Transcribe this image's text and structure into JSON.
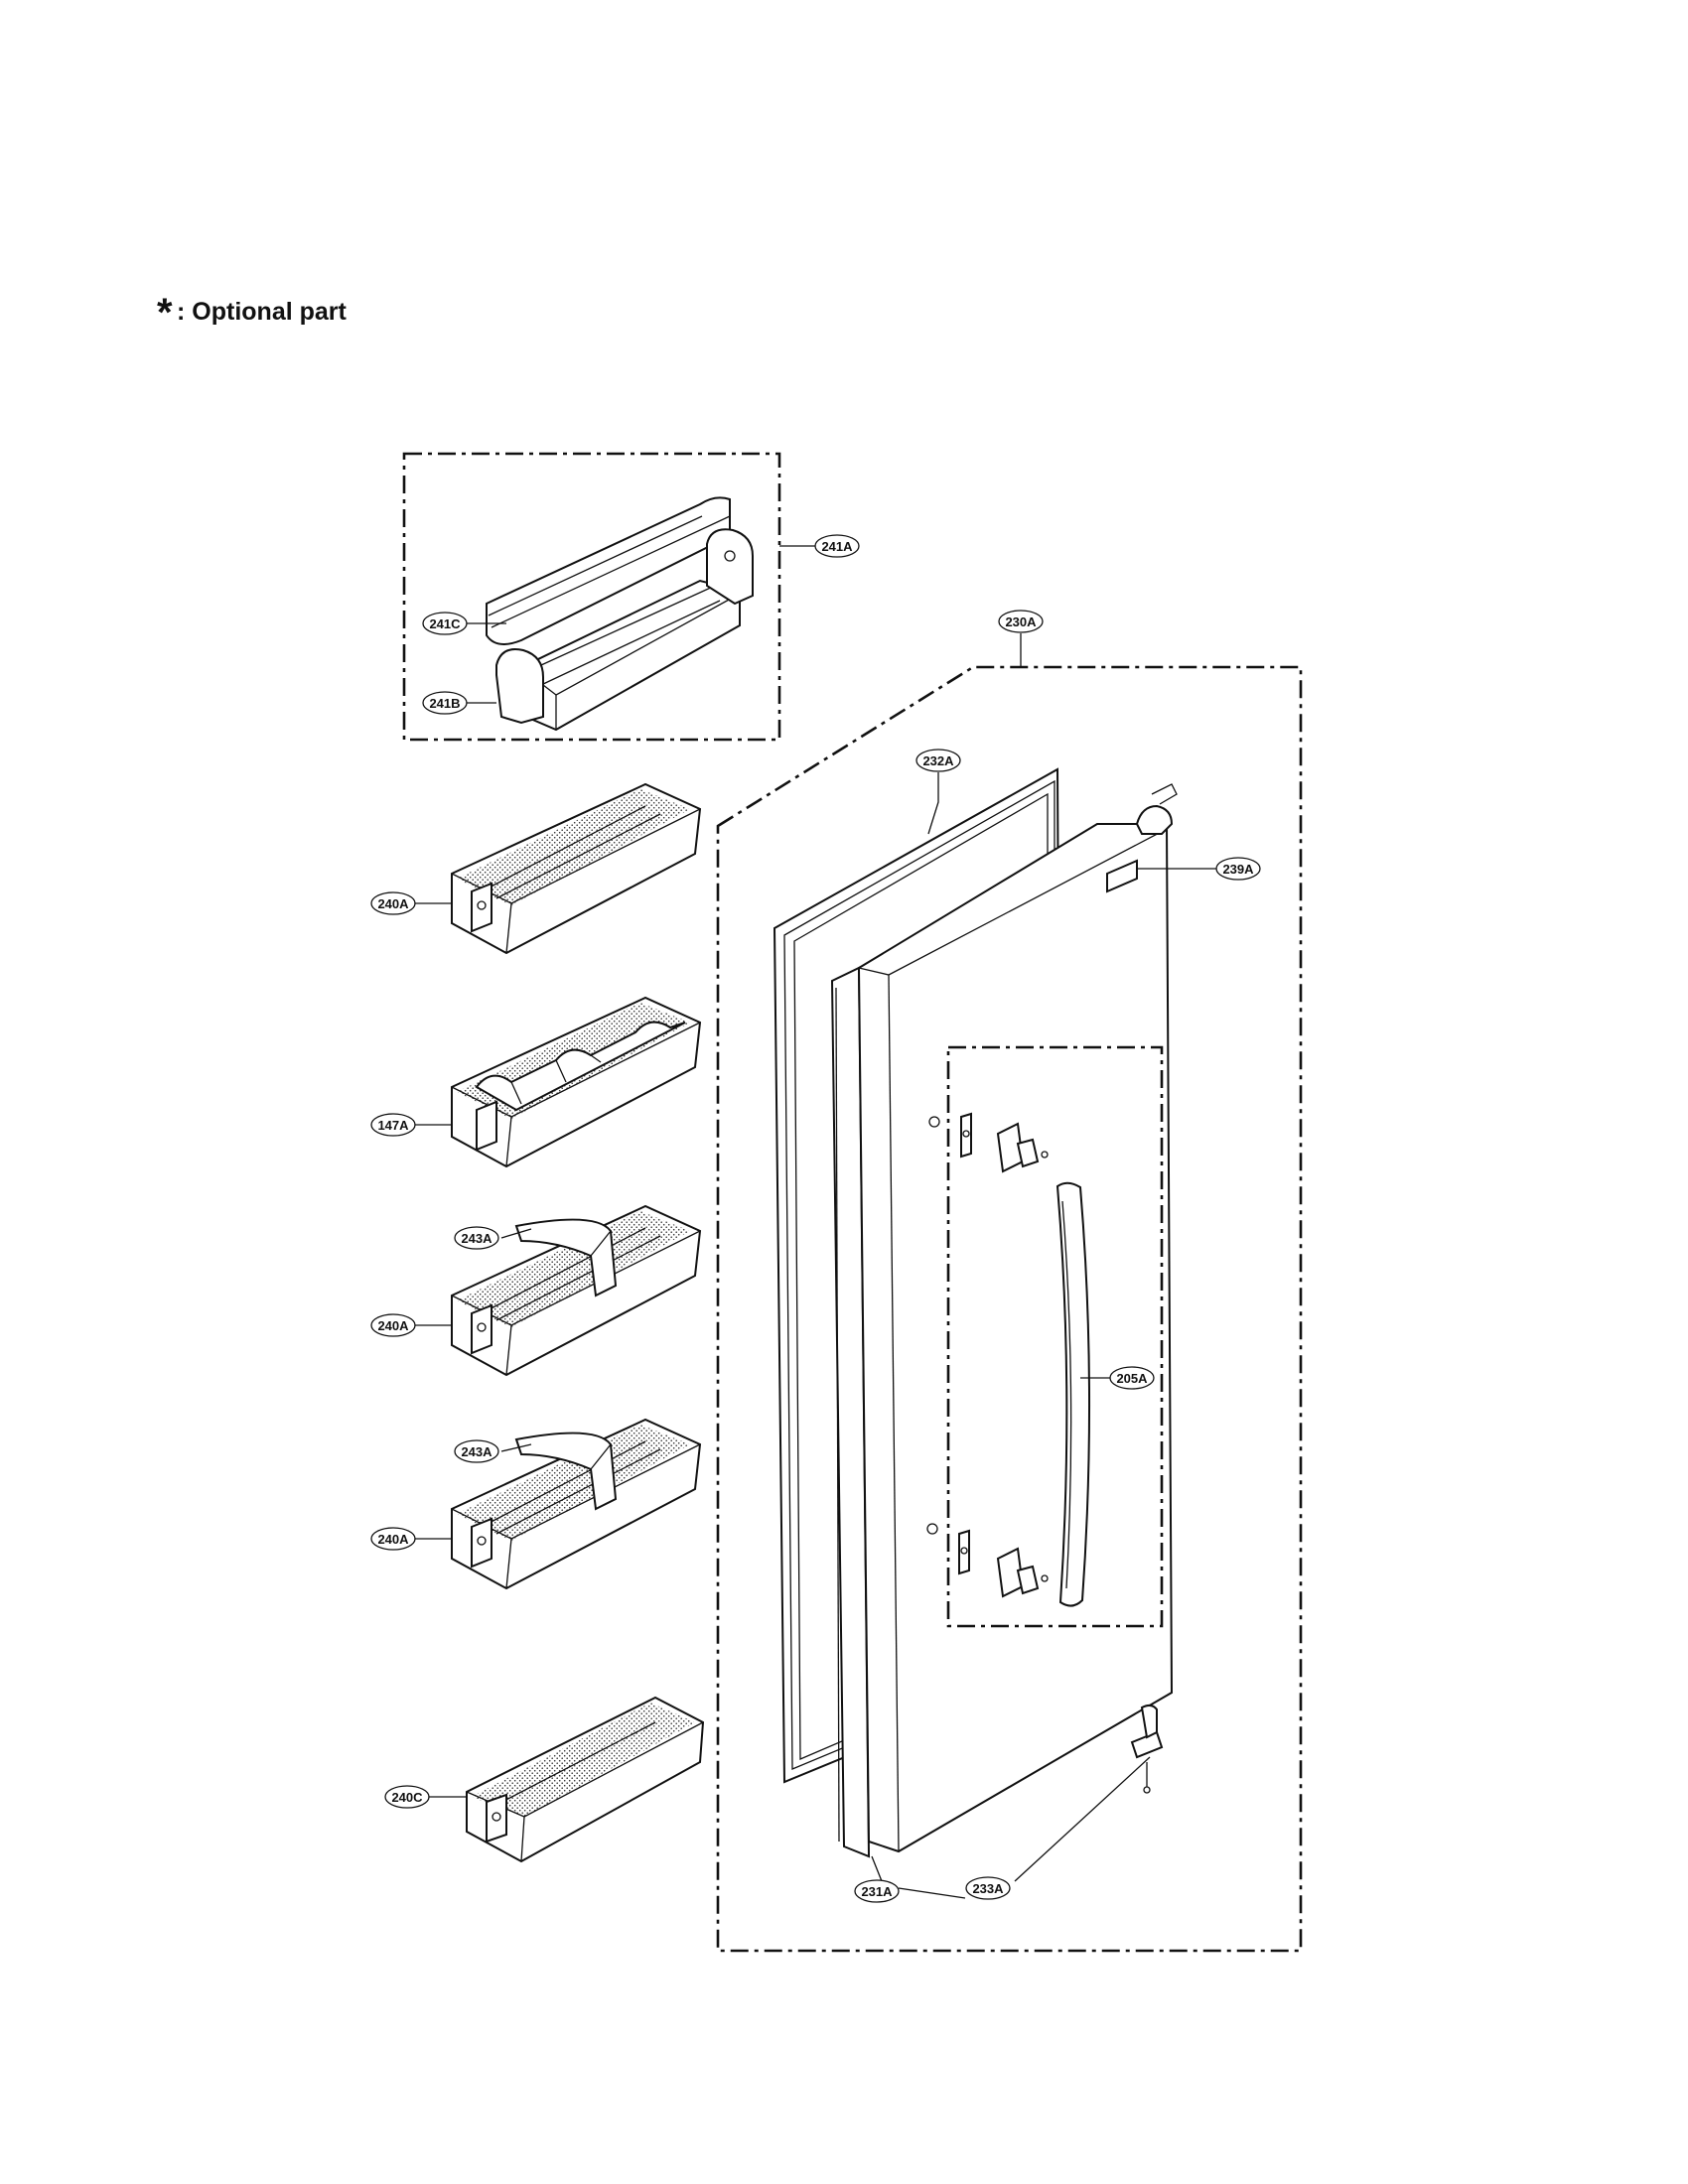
{
  "legend": {
    "symbol": "*",
    "text": ": Optional part"
  },
  "callouts": [
    {
      "id": "c241A",
      "label": "241A"
    },
    {
      "id": "c241C",
      "label": "241C"
    },
    {
      "id": "c241B",
      "label": "241B"
    },
    {
      "id": "c230A",
      "label": "230A"
    },
    {
      "id": "c232A",
      "label": "232A"
    },
    {
      "id": "c239A",
      "label": "239A"
    },
    {
      "id": "c240A1",
      "label": "240A"
    },
    {
      "id": "c147A",
      "label": "147A"
    },
    {
      "id": "c243A1",
      "label": "243A"
    },
    {
      "id": "c240A2",
      "label": "240A"
    },
    {
      "id": "c243A2",
      "label": "243A"
    },
    {
      "id": "c240A3",
      "label": "240A"
    },
    {
      "id": "c205A",
      "label": "205A"
    },
    {
      "id": "c240C",
      "label": "240C"
    },
    {
      "id": "c231A",
      "label": "231A"
    },
    {
      "id": "c233A",
      "label": "233A"
    }
  ],
  "colors": {
    "ink": "#111111",
    "paper": "#ffffff"
  }
}
